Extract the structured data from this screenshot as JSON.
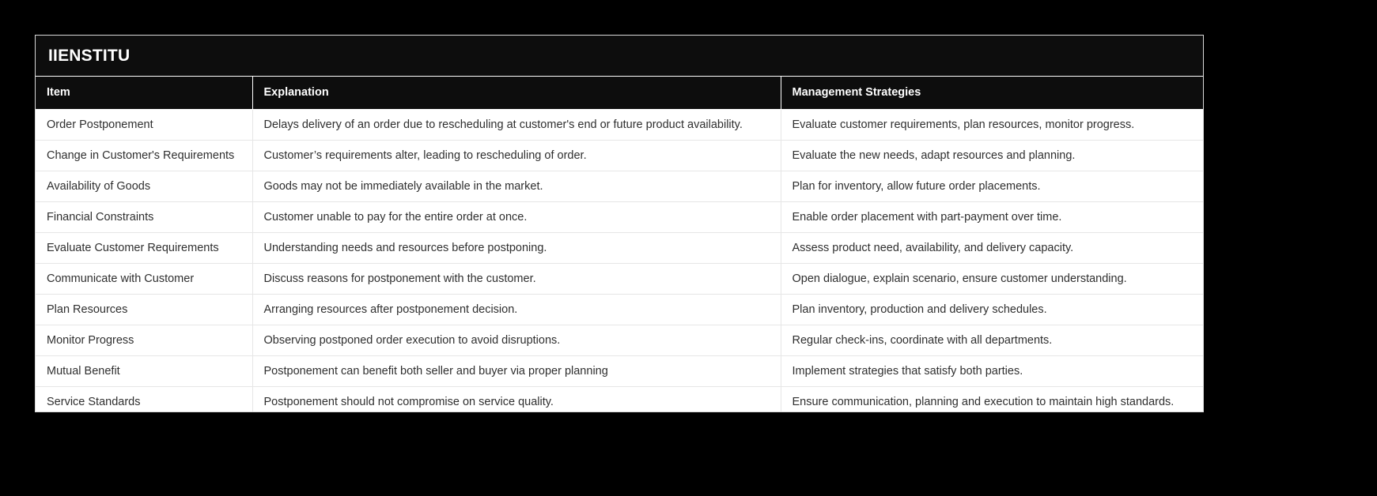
{
  "brand": {
    "title": "IIENSTITU",
    "bar_color": "#0D0D0D",
    "text_color": "#FFFFFF"
  },
  "page": {
    "background_color": "#000000",
    "card_background": "#FFFFFF"
  },
  "table": {
    "columns": [
      {
        "key": "item",
        "label": "Item"
      },
      {
        "key": "explanation",
        "label": "Explanation"
      },
      {
        "key": "strategies",
        "label": "Management Strategies"
      }
    ],
    "rows": [
      {
        "item": "Order Postponement",
        "explanation": "Delays delivery of an order due to rescheduling at customer's end or future product availability.",
        "strategies": "Evaluate customer requirements, plan resources, monitor progress."
      },
      {
        "item": "Change in Customer's Requirements",
        "explanation": "Customer’s requirements alter, leading to rescheduling of order.",
        "strategies": "Evaluate the new needs, adapt resources and planning."
      },
      {
        "item": "Availability of Goods",
        "explanation": "Goods may not be immediately available in the market.",
        "strategies": "Plan for inventory, allow future order placements."
      },
      {
        "item": "Financial Constraints",
        "explanation": "Customer unable to pay for the entire order at once.",
        "strategies": "Enable order placement with part-payment over time."
      },
      {
        "item": "Evaluate Customer Requirements",
        "explanation": "Understanding needs and resources before postponing.",
        "strategies": "Assess product need, availability, and delivery capacity."
      },
      {
        "item": "Communicate with Customer",
        "explanation": "Discuss reasons for postponement with the customer.",
        "strategies": "Open dialogue, explain scenario, ensure customer understanding."
      },
      {
        "item": "Plan Resources",
        "explanation": "Arranging resources after postponement decision.",
        "strategies": "Plan inventory, production and delivery schedules."
      },
      {
        "item": "Monitor Progress",
        "explanation": "Observing postponed order execution to avoid disruptions.",
        "strategies": "Regular check-ins, coordinate with all departments."
      },
      {
        "item": "Mutual Benefit",
        "explanation": "Postponement can benefit both seller and buyer via proper planning",
        "strategies": "Implement strategies that satisfy both parties."
      },
      {
        "item": "Service Standards",
        "explanation": "Postponement should not compromise on service quality.",
        "strategies": "Ensure communication, planning and execution to maintain high standards."
      }
    ]
  }
}
